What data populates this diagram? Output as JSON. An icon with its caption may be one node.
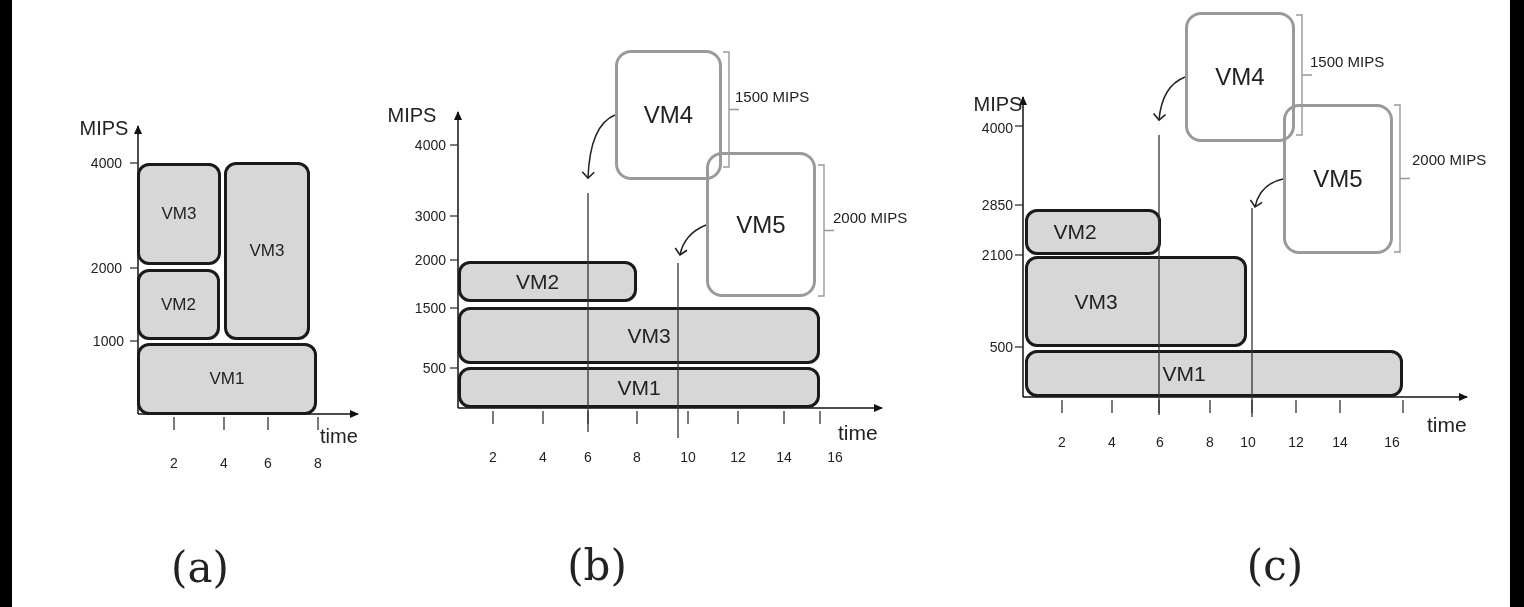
{
  "diagram": {
    "nodes": [
      {
        "text": [
          "VM3"
        ]
      },
      {
        "text": [
          "VM3"
        ]
      },
      {
        "text": [
          "VM2"
        ]
      },
      {
        "text": [
          "VM1"
        ]
      },
      {
        "text": [
          "VM4"
        ],
        "beside": [
          "1500 MIPS"
        ]
      },
      {
        "text": [
          "VM5"
        ],
        "beside": [
          "2000 MIPS"
        ]
      },
      {
        "text": [
          "VM2"
        ]
      },
      {
        "text": [
          "VM3"
        ]
      },
      {
        "text": [
          "VM1"
        ]
      },
      {
        "text": [
          "VM4"
        ],
        "beside": [
          "1500 MIPS"
        ]
      },
      {
        "text": [
          "VM5"
        ],
        "beside": [
          "2000 MIPS"
        ]
      },
      {
        "text": [
          "VM2"
        ]
      },
      {
        "text": [
          "VM3"
        ]
      },
      {
        "text": [
          "VM1"
        ]
      }
    ],
    "edges": [
      {
        "from": 4,
        "to": null,
        "arrow": "to"
      },
      {
        "from": 5,
        "to": null,
        "arrow": "to"
      },
      {
        "from": 9,
        "to": null,
        "arrow": "to"
      },
      {
        "from": 10,
        "to": null,
        "arrow": "to"
      }
    ],
    "labels": [
      "MIPS",
      "4000",
      "2000",
      "1000",
      "time",
      "2",
      "4",
      "6",
      "8",
      "MIPS",
      "4000",
      "3000",
      "2000",
      "1500",
      "500",
      "time",
      "2",
      "4",
      "6",
      "8",
      "10",
      "12",
      "14",
      "16",
      "MIPS",
      "4000",
      "2850",
      "2100",
      "500",
      "time",
      "2",
      "4",
      "6",
      "8",
      "10",
      "12",
      "14",
      "16",
      "(a)",
      "(b)",
      "(c)"
    ]
  }
}
